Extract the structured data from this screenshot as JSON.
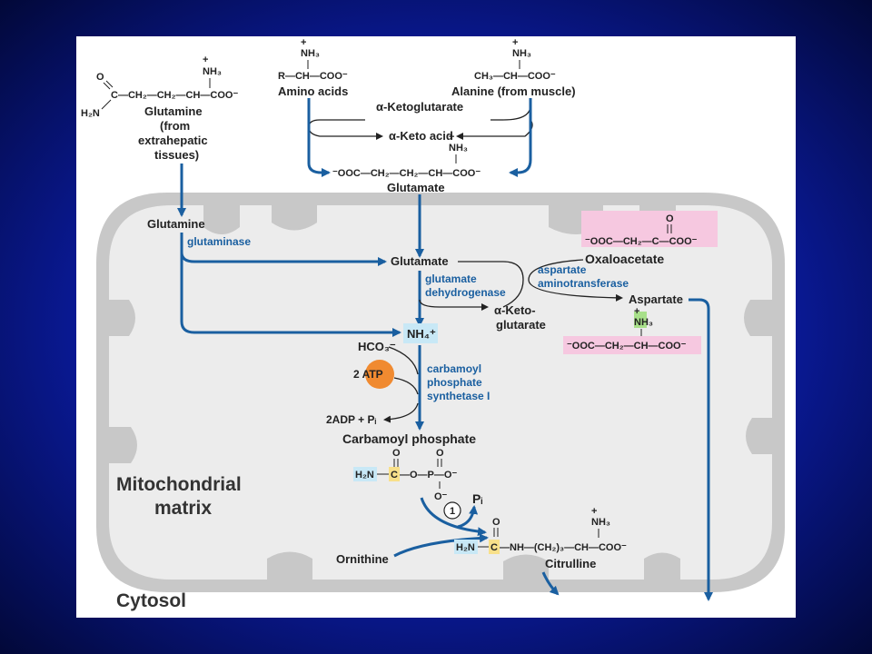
{
  "labels": {
    "glutamine_top": "Glutamine",
    "glutamine_src1": "(from",
    "glutamine_src2": "extrahepatic",
    "glutamine_src3": "tissues)",
    "amino_acids": "Amino acids",
    "alanine": "Alanine (from muscle)",
    "alpha_ketoglutarate": "α-Ketoglutarate",
    "alpha_keto_acid": "α-Keto acid",
    "glutamate_top": "Glutamate",
    "glutamine_mito": "Glutamine",
    "glutamate_mito": "Glutamate",
    "oxaloacetate": "Oxaloacetate",
    "aspartate": "Aspartate",
    "alpha_keto_glutarate_1": "α-Keto-",
    "alpha_keto_glutarate_2": "glutarate",
    "nh4": "NH₄⁺",
    "hco3": "HCO₃⁻",
    "atp": "2 ATP",
    "adp": "2ADP + Pᵢ",
    "carbamoyl_phosphate": "Carbamoyl phosphate",
    "pi": "Pᵢ",
    "step1": "1",
    "ornithine": "Ornithine",
    "citrulline": "Citrulline",
    "mito_matrix_1": "Mitochondrial",
    "mito_matrix_2": "matrix",
    "cytosol": "Cytosol"
  },
  "enzymes": {
    "glutaminase": "glutaminase",
    "gdh_1": "glutamate",
    "gdh_2": "dehydrogenase",
    "ast_1": "aspartate",
    "ast_2": "aminotransferase",
    "cps_1": "carbamoyl",
    "cps_2": "phosphate",
    "cps_3": "synthetase I"
  },
  "formulas": {
    "glutamine": "C—CH₂—CH₂—CH—COO⁻",
    "glutamine_o": "O",
    "glutamine_h2n": "H₂N",
    "nh3": "NH₃",
    "amino_acid": "R—CH—COO⁻",
    "alanine": "CH₃—CH—COO⁻",
    "glutamate": "⁻OOC—CH₂—CH₂—CH—COO⁻",
    "oxaloacetate": "⁻OOC—CH₂—C—COO⁻",
    "oxaloacetate_o": "O",
    "aspartate": "⁻OOC—CH₂—CH—COO⁻",
    "cp_h2n": "H₂N",
    "cp_c": "C",
    "cp_rest": "—O—P—O⁻",
    "cp_o": "O",
    "cp_o_minus": "O⁻",
    "cit_h2n": "H₂N",
    "cit_c": "C",
    "cit_rest": "—NH—(CH₂)₃—CH—COO⁻",
    "cit_o": "O"
  },
  "colors": {
    "flow_arrow": "#1a5fa0",
    "mito_membrane": "#c8c8c8",
    "matrix_fill": "#ececec",
    "oxaloacetate_box": "#f6c8e0",
    "aspartate_box": "#f6c8e0",
    "nh4_box": "#c8e8f6",
    "nh3_box": "#a8e08a",
    "atp_circle": "#f08a30",
    "carbon_highlight": "#f8e08a"
  }
}
